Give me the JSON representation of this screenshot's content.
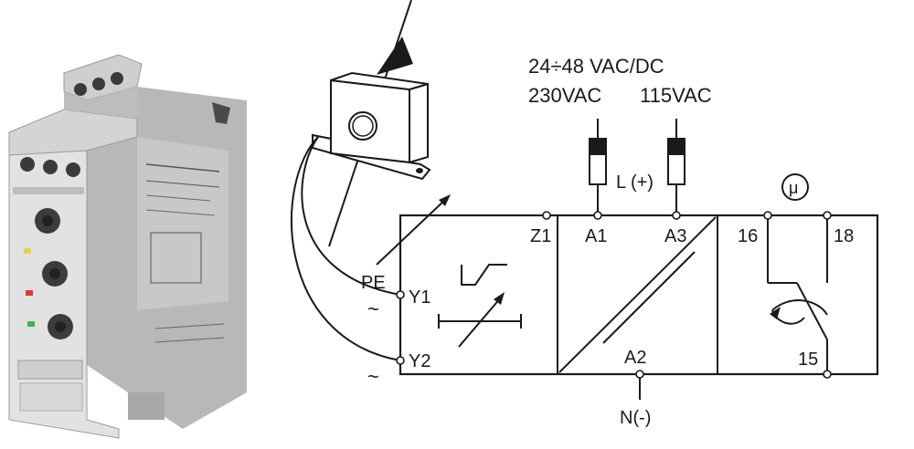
{
  "supply": {
    "line1": "24÷48 VAC/DC",
    "line2a": "230VAC",
    "line2b": "115VAC",
    "live_label": "L (+)",
    "neutral_label": "N(-)"
  },
  "terminals": {
    "z1": "Z1",
    "a1": "A1",
    "a3": "A3",
    "a2": "A2",
    "y1": "Y1",
    "y2": "Y2",
    "t16": "16",
    "t18": "18",
    "t15": "15"
  },
  "labels": {
    "pe": "PE",
    "tilde_y1": "~",
    "tilde_y2": "~",
    "micro": "μ"
  },
  "colors": {
    "line": "#1a1a1a",
    "device_body": "#dcdcdc",
    "device_dark": "#4a4a4a",
    "led_green": "#3cb35a",
    "led_red": "#d83a3a",
    "led_yellow": "#e8d24a"
  }
}
